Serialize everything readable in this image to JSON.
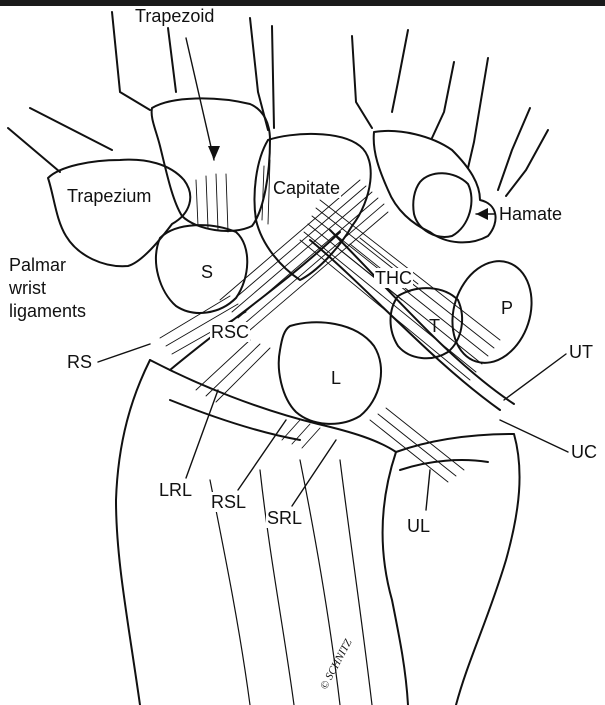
{
  "labels": {
    "trapezoid": "Trapezoid",
    "trapezium": "Trapezium",
    "capitate": "Capitate",
    "hamate": "Hamate",
    "s": "S",
    "p": "P",
    "t": "T",
    "thc": "THC",
    "rsc": "RSC",
    "l": "L",
    "rs": "RS",
    "ut": "UT",
    "uc": "UC",
    "lrl": "LRL",
    "rsl": "RSL",
    "srl": "SRL",
    "ul": "UL",
    "palmar": "Palmar\nwrist\nligaments"
  },
  "signature": "© SCHNITZ",
  "colors": {
    "ink": "#111111",
    "paper": "#ffffff",
    "bar": "#1a1a1a"
  }
}
